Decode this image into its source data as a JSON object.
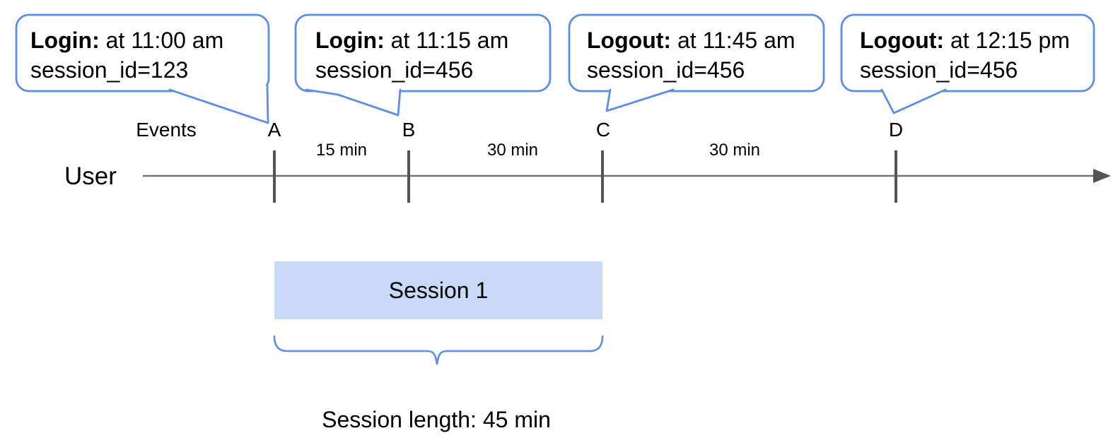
{
  "callouts": [
    {
      "event": "Login:",
      "time": " at 11:00 am",
      "session": "session_id=123",
      "points_to": "A"
    },
    {
      "event": "Login:",
      "time": " at 11:15 am",
      "session": "session_id=456",
      "points_to": "B"
    },
    {
      "event": "Logout:",
      "time": " at 11:45 am",
      "session": "session_id=456",
      "points_to": "C"
    },
    {
      "event": "Logout:",
      "time": " at 12:15 pm",
      "session": "session_id=456",
      "points_to": "D"
    }
  ],
  "timeline": {
    "label": "User",
    "events_label": "Events",
    "ticks": [
      "A",
      "B",
      "C",
      "D"
    ],
    "intervals": [
      "15 min",
      "30 min",
      "30 min"
    ]
  },
  "session": {
    "label": "Session 1",
    "length_text": "Session length: 45 min"
  },
  "colors": {
    "callout_border": "#5c8ee9",
    "session_fill": "#c9daf8",
    "axis_gray": "#757575",
    "tick_gray": "#545454"
  }
}
